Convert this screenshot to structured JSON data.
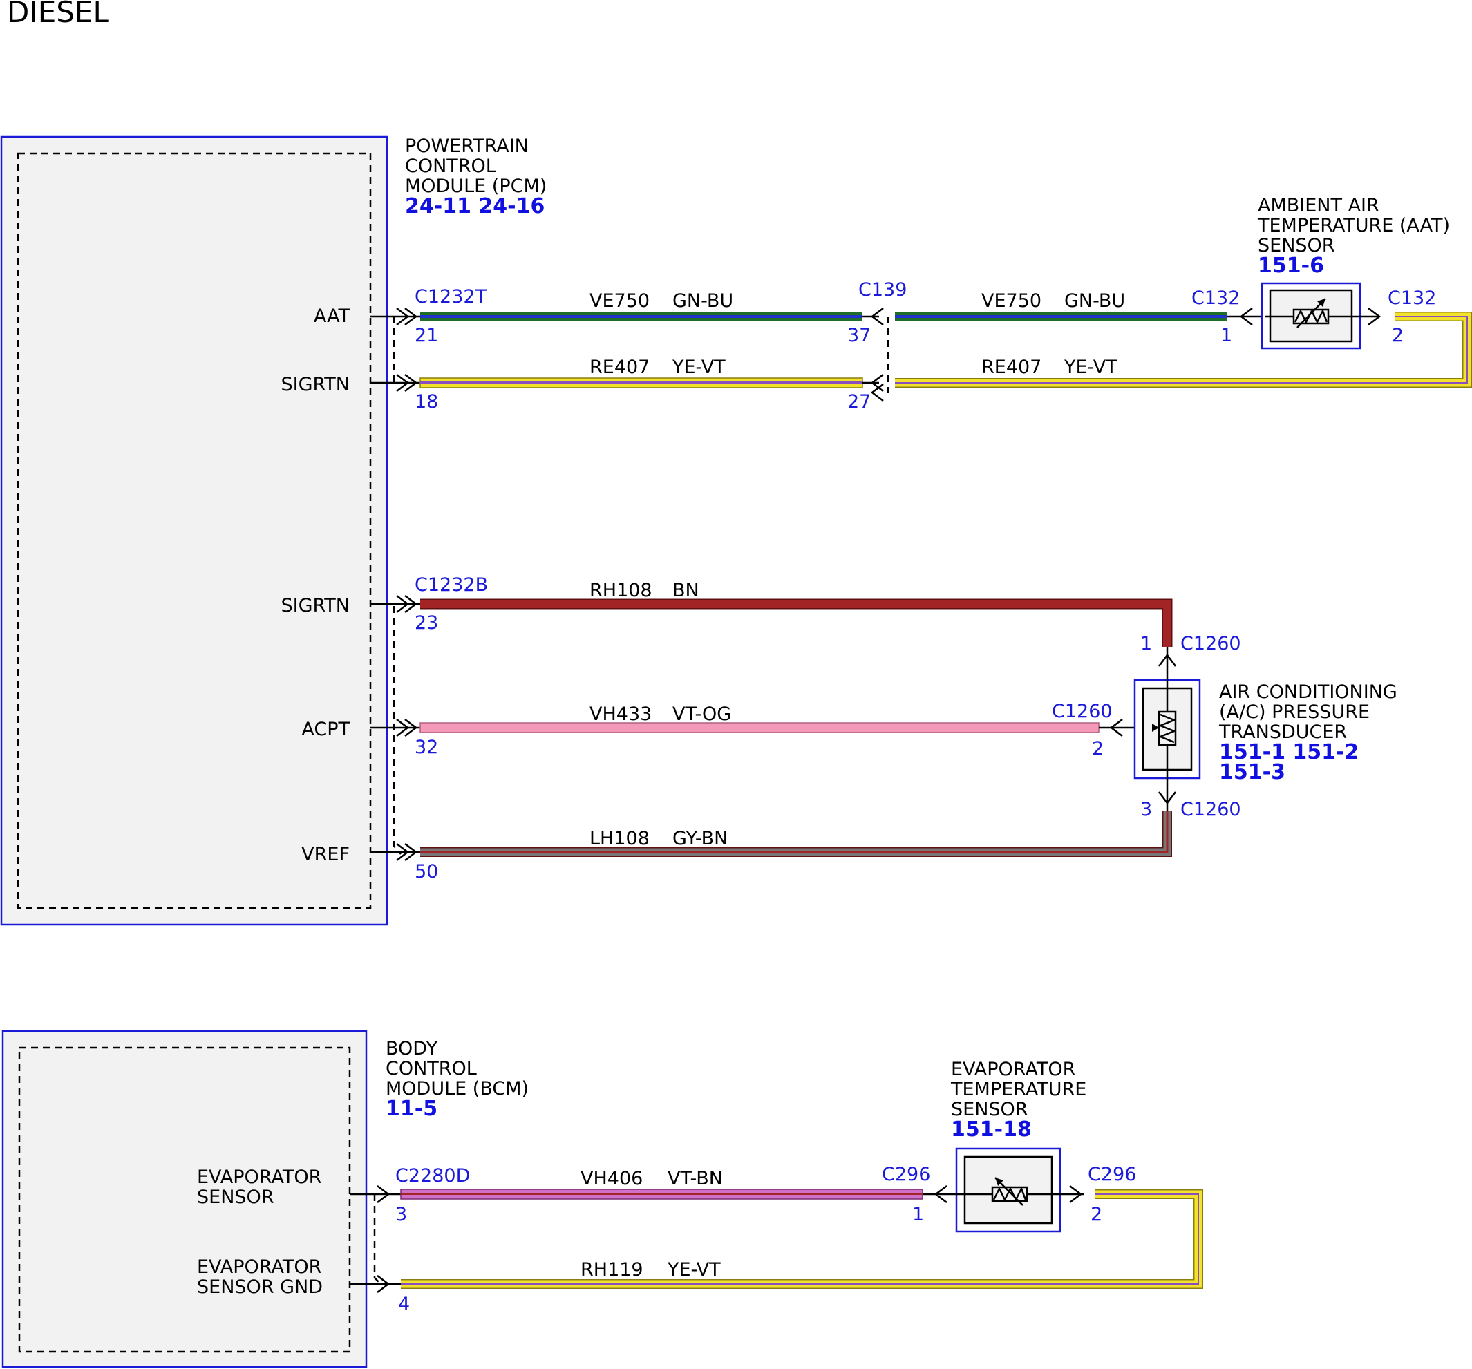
{
  "title": "DIESEL",
  "colors": {
    "module_border": "#1a1ad8",
    "module_fill": "#f2f2f2",
    "label_blue": "#1a1ad8",
    "wire_green": "#1e6e2a",
    "wire_blue_tracer": "#2233cc",
    "wire_yellow": "#f2e22c",
    "wire_brown": "#a32424",
    "wire_pink": "#f49ab8",
    "wire_gray": "#777777",
    "wire_violet": "#d070c8"
  },
  "pcm": {
    "name_lines": [
      "POWERTRAIN",
      "CONTROL",
      "MODULE (PCM)"
    ],
    "refs": "24-11 24-16",
    "pins": {
      "aat": "AAT",
      "sigrtn1": "SIGRTN",
      "sigrtn2": "SIGRTN",
      "acpt": "ACPT",
      "vref": "VREF"
    },
    "connector_top": "C1232T",
    "connector_bottom": "C1232B"
  },
  "inline_c139": {
    "name": "C139",
    "pin_green": "37",
    "pin_yellow": "27"
  },
  "aat_sensor": {
    "name_lines": [
      "AMBIENT AIR",
      "TEMPERATURE (AAT)",
      "SENSOR"
    ],
    "ref": "151-6",
    "conn_left": "C132",
    "conn_right": "C132",
    "pin_left": "1",
    "pin_right": "2"
  },
  "acp": {
    "name_lines": [
      "AIR CONDITIONING",
      "(A/C) PRESSURE",
      "TRANSDUCER"
    ],
    "refs_line1": "151-1 151-2",
    "refs_line2": "151-3",
    "conn_top": "C1260",
    "conn_left": "C1260",
    "conn_bottom": "C1260",
    "pin_top": "1",
    "pin_left": "2",
    "pin_bottom": "3"
  },
  "wires_pcm": {
    "w1": {
      "circuit": "VE750",
      "color": "GN-BU",
      "pin": "21"
    },
    "w1b": {
      "circuit": "VE750",
      "color": "GN-BU"
    },
    "w2": {
      "circuit": "RE407",
      "color": "YE-VT",
      "pin": "18"
    },
    "w2b": {
      "circuit": "RE407",
      "color": "YE-VT"
    },
    "w3": {
      "circuit": "RH108",
      "color": "BN",
      "pin": "23"
    },
    "w4": {
      "circuit": "VH433",
      "color": "VT-OG",
      "pin": "32"
    },
    "w5": {
      "circuit": "LH108",
      "color": "GY-BN",
      "pin": "50"
    }
  },
  "bcm": {
    "name_lines": [
      "BODY",
      "CONTROL",
      "MODULE (BCM)"
    ],
    "ref": "11-5",
    "pin_sensor_lines": [
      "EVAPORATOR",
      "SENSOR"
    ],
    "pin_gnd_lines": [
      "EVAPORATOR",
      "SENSOR GND"
    ],
    "connector": "C2280D"
  },
  "evap_sensor": {
    "name_lines": [
      "EVAPORATOR",
      "TEMPERATURE",
      "SENSOR"
    ],
    "ref": "151-18",
    "conn_left": "C296",
    "conn_right": "C296",
    "pin_left": "1",
    "pin_right": "2"
  },
  "wires_bcm": {
    "w1": {
      "circuit": "VH406",
      "color": "VT-BN",
      "pin": "3"
    },
    "w2": {
      "circuit": "RH119",
      "color": "YE-VT",
      "pin": "4"
    }
  }
}
